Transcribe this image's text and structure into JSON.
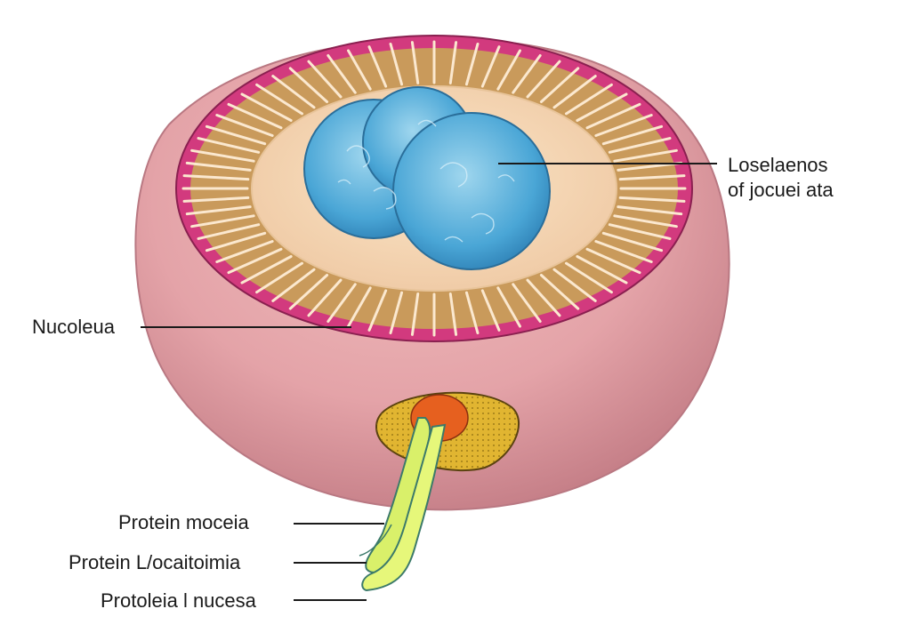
{
  "labels": {
    "nucleus": "Nucoleua",
    "top_right_line1": "Loselaenos",
    "top_right_line2": "of jocuei ata",
    "protein_1": "Protein moceia",
    "protein_2": "Protein L/ocaitoimia",
    "protein_3": "Protoleia l nucesa"
  },
  "colors": {
    "cell_body": "#e6a8ab",
    "cell_shadow": "#c9848a",
    "rim_magenta": "#d23a7e",
    "folds_tan": "#c99a5b",
    "inner_cream": "#f6dcb8",
    "nucleus_blue": "#5cb3db",
    "golgi_yellow": "#e1b531",
    "golgi_orange": "#e6601f",
    "strand_green": "#d9f06a"
  }
}
